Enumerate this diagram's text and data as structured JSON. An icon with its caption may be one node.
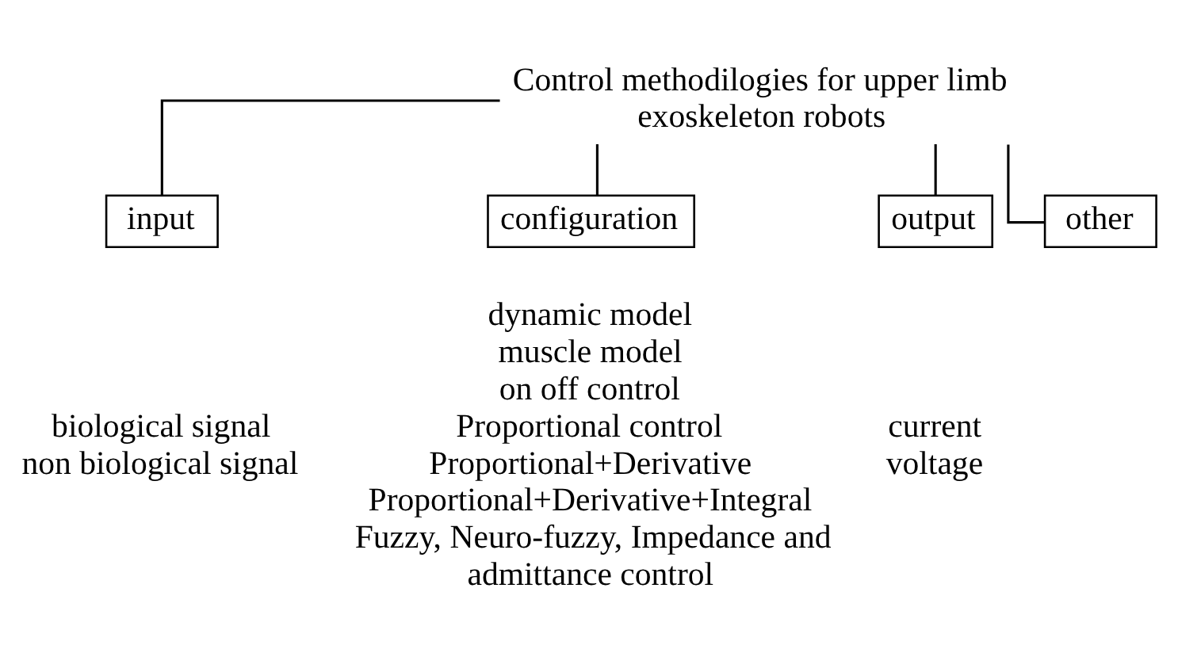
{
  "diagram": {
    "nodes": [
      {
        "text": [
          "Control methodilogies for upper limb exoskeleton robots"
        ]
      },
      {
        "text": [
          "input"
        ],
        "beside": [
          "biological signal",
          "non biological signal"
        ]
      },
      {
        "text": [
          "configuration"
        ],
        "beside": [
          "dynamic model",
          "muscle model",
          "on off control",
          "Proportional control",
          "Proportional+Derivative",
          "Proportional+Derivative+Integral",
          "Fuzzy, Neuro-fuzzy, Impedance and admittance control"
        ]
      },
      {
        "text": [
          "output"
        ],
        "beside": [
          "current",
          "voltage"
        ]
      },
      {
        "text": [
          "other"
        ]
      }
    ],
    "edges": [
      {
        "from": 0,
        "to": 1,
        "arrow": "none"
      },
      {
        "from": 0,
        "to": 2,
        "arrow": "none"
      },
      {
        "from": 0,
        "to": 3,
        "arrow": "none"
      },
      {
        "from": 0,
        "to": 4,
        "arrow": "none"
      }
    ]
  }
}
